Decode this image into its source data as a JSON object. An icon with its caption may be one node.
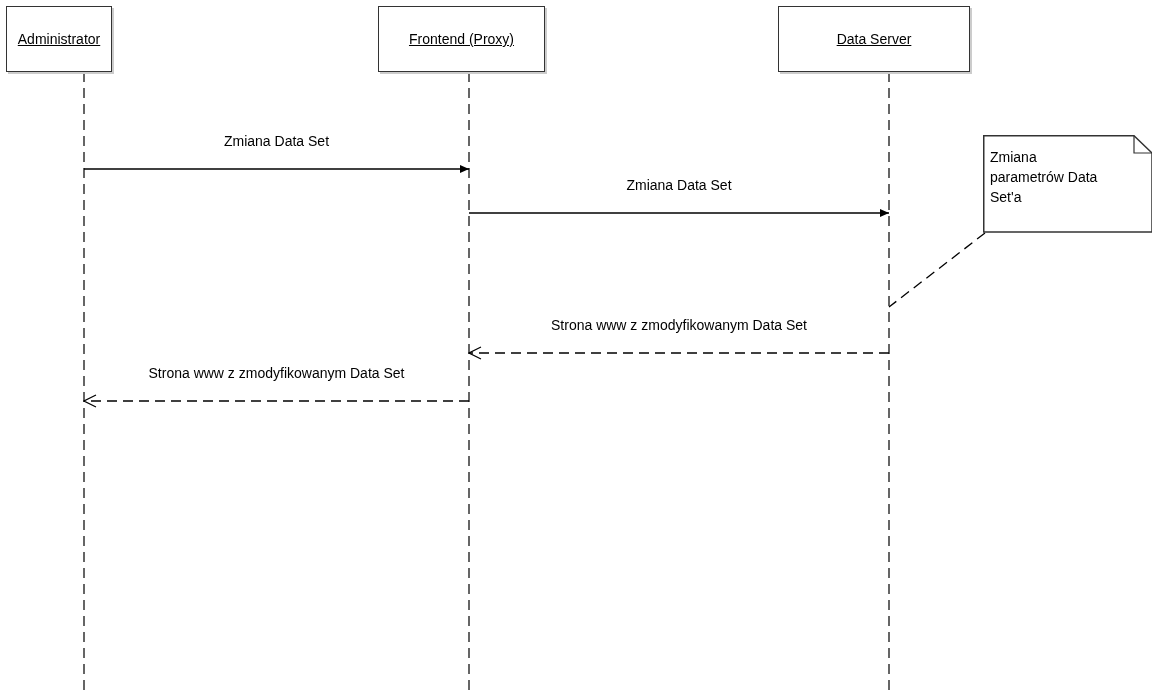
{
  "diagram": {
    "nodes": [
      {
        "text": [
          "Administrator"
        ]
      },
      {
        "text": [
          "Frontend (Proxy)"
        ]
      },
      {
        "text": [
          "Data Server"
        ]
      },
      {
        "text": [
          "Zmiana parametrów Data Set'a"
        ]
      }
    ],
    "edges": [
      {
        "from": 0,
        "to": 1,
        "arrow": "to",
        "label": "Zmiana Data Set"
      },
      {
        "from": 1,
        "to": 2,
        "arrow": "to",
        "label": "Zmiana Data Set"
      },
      {
        "from": 2,
        "to": 1,
        "arrow": "to",
        "style": "dashed",
        "label": "Strona www z zmodyfikowanym Data Set"
      },
      {
        "from": 1,
        "to": 0,
        "arrow": "to",
        "style": "dashed",
        "label": "Strona www z zmodyfikowanym Data Set"
      },
      {
        "from": 3,
        "to": 2,
        "arrow": "none",
        "style": "dashed"
      }
    ]
  }
}
